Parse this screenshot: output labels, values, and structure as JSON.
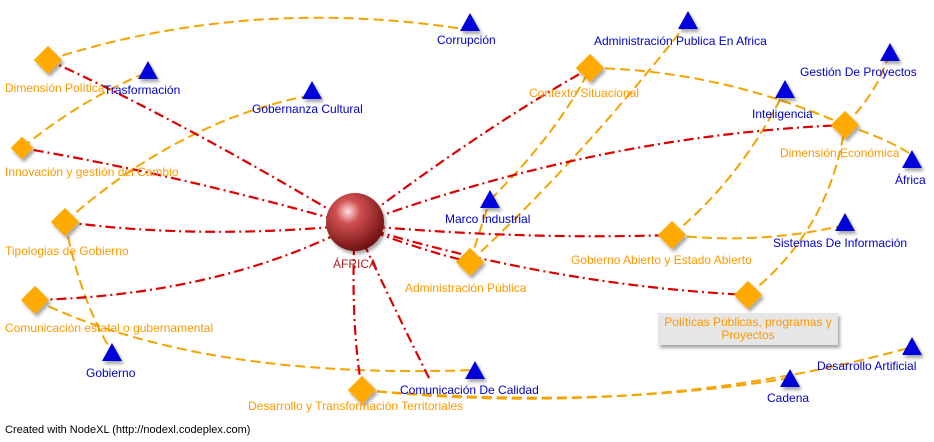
{
  "colors": {
    "red_edge": "#dd0000",
    "orange_edge": "#f5a300",
    "orange_node": "#ffaa00",
    "blue_node": "#0000dd",
    "orange_label": "#ff9900",
    "blue_label": "#0000cc",
    "hub_label": "#b22222"
  },
  "hub": {
    "label": "ÁFRICA"
  },
  "labels": {
    "dimension_politica": "Dimensión Política",
    "trasformacion": "Trasformación",
    "corrupcion": "Corrupción",
    "gobernanza": "Gobernanza Cultural",
    "innovacion": "Innovación y gestión del Cambio",
    "tipologias": "Tipologias de Gobierno",
    "comunicacion_estatal": "Comunicación estatal o gubernamental",
    "gobierno": "Gobierno",
    "desarrollo_transformacion": "Desarrollo y  Transformación Territoriales",
    "comunicacion_calidad": "Comunicación De Calidad",
    "admin_publica": "Administración Pública",
    "marco_industrial": "Marco Industrial",
    "admin_publica_africa": "Administración Publica En Africa",
    "contexto": "Contexto Situacional",
    "inteligencia": "Inteligencia",
    "gestion_proyectos": "Gestión De Proyectos",
    "dimension_economica": "Dimensión Económica",
    "africa": "África",
    "sistemas": "Sistemas De Información",
    "gobierno_abierto": "Gobierno Abierto y Estado Abierto",
    "politicas_1": "Políticas Públicas, programas y",
    "politicas_2": "Proyectos",
    "desarrollo_artificial": "Desarrollo Artificial",
    "cadena": "Cadena"
  },
  "footer": {
    "credit": "Created with NodeXL (http://nodexl.codeplex.com)"
  }
}
